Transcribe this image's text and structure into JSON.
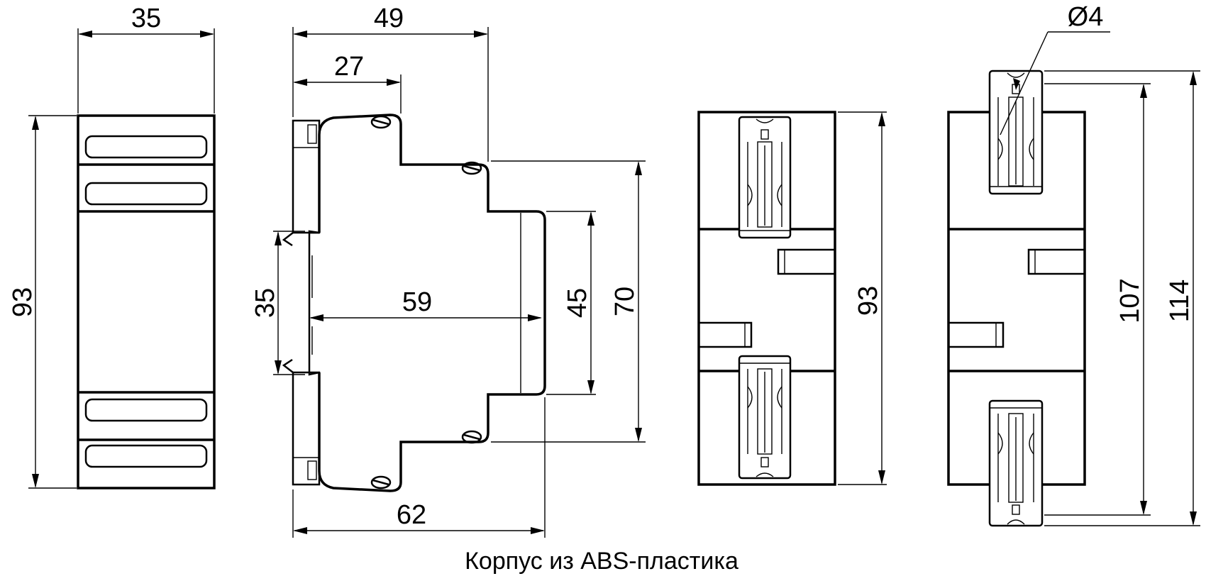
{
  "dimensions": {
    "front_width": "35",
    "front_height": "93",
    "side_depth_total": "49",
    "side_depth_front": "27",
    "side_rail": "35",
    "side_inner": "59",
    "side_front_face": "45",
    "side_mid": "70",
    "side_base": "62",
    "back_height": "93",
    "back_open_inner": "107",
    "back_open_outer": "114",
    "hole_diameter": "Ø4"
  },
  "caption": "Корпус из ABS-пластика"
}
